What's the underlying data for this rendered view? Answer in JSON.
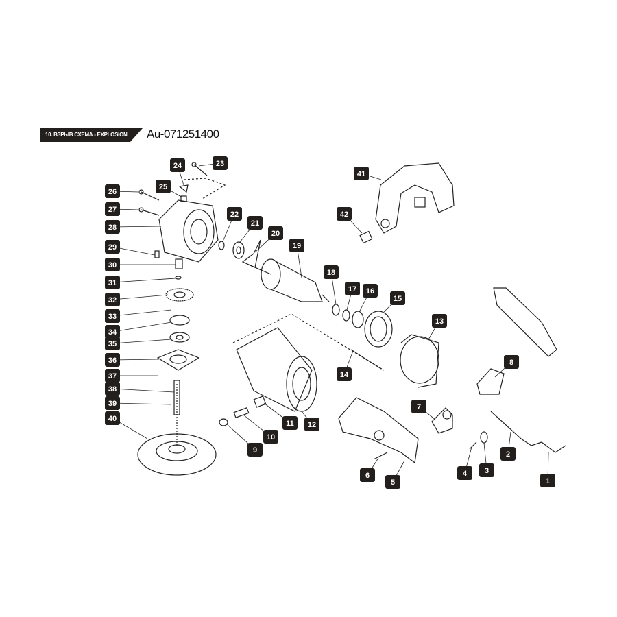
{
  "header": {
    "section_title": "10. ВЗРЫВ СХЕМА - EXPLOSION SCHEME",
    "model_number": "Au-071251400"
  },
  "part_labels": [
    "1",
    "2",
    "3",
    "4",
    "5",
    "6",
    "7",
    "8",
    "9",
    "10",
    "11",
    "12",
    "13",
    "14",
    "15",
    "16",
    "17",
    "18",
    "19",
    "20",
    "21",
    "22",
    "23",
    "24",
    "25",
    "26",
    "27",
    "28",
    "29",
    "30",
    "31",
    "32",
    "33",
    "34",
    "35",
    "36",
    "37",
    "38",
    "39",
    "40",
    "41",
    "42"
  ],
  "colors": {
    "label_bg": "#231f1c",
    "line": "#222222"
  }
}
